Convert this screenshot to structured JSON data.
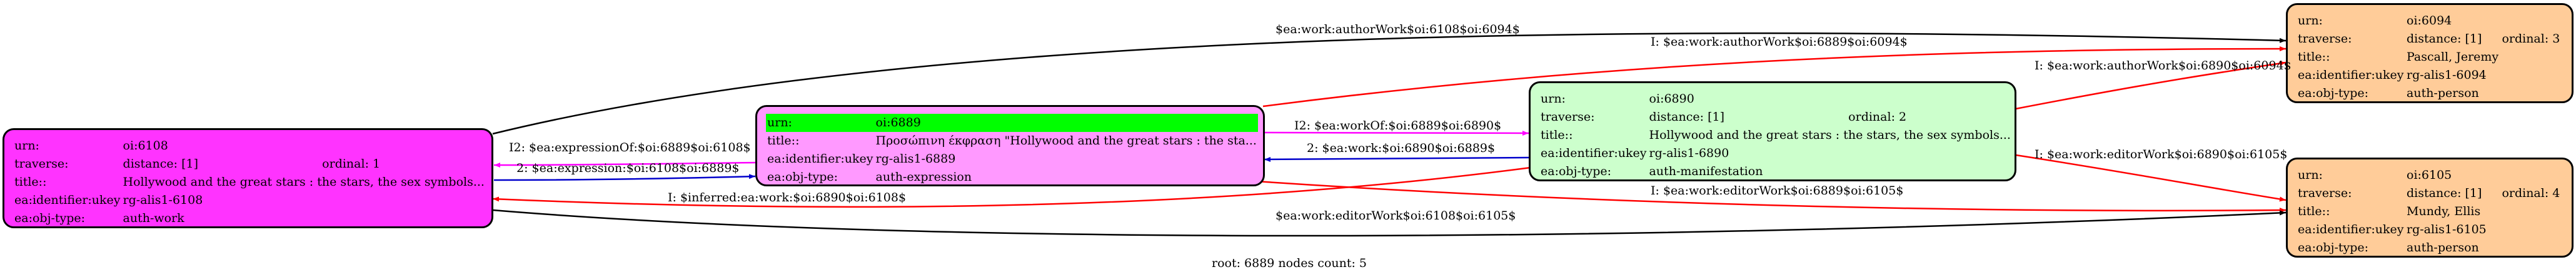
{
  "colors": {
    "node_work": "#ff33ff",
    "node_expression": "#ff99ff",
    "node_manifestation": "#ccffcc",
    "node_person": "#ffcc99",
    "highlight": "#00ff00",
    "edge_black": "#000000",
    "edge_red": "#ff0000",
    "edge_blue": "#0000cc",
    "edge_magenta": "#ff00ff"
  },
  "nodes": {
    "work": {
      "urn_key": "urn:",
      "urn": "oi:6108",
      "traverse_key": "traverse:",
      "traverse": "distance: [1]",
      "ordinal": "ordinal: 1",
      "title_key": "title::",
      "title": "Hollywood and the great stars : the stars, the sex symbols...",
      "ukey_key": "ea:identifier:ukey",
      "ukey": "rg-alis1-6108",
      "type_key": "ea:obj-type:",
      "type": "auth-work"
    },
    "expression": {
      "urn_key": "urn:",
      "urn": "oi:6889",
      "title_key": "title::",
      "title": "Προσώπινη έκφραση \"Hollywood and the great stars : the sta...",
      "ukey_key": "ea:identifier:ukey",
      "ukey": "rg-alis1-6889",
      "type_key": "ea:obj-type:",
      "type": "auth-expression"
    },
    "manifestation": {
      "urn_key": "urn:",
      "urn": "oi:6890",
      "traverse_key": "traverse:",
      "traverse": "distance: [1]",
      "ordinal": "ordinal: 2",
      "title_key": "title::",
      "title": "Hollywood and the great stars : the stars, the sex symbols...",
      "ukey_key": "ea:identifier:ukey",
      "ukey": "rg-alis1-6890",
      "type_key": "ea:obj-type:",
      "type": "auth-manifestation"
    },
    "person_top": {
      "urn_key": "urn:",
      "urn": "oi:6094",
      "traverse_key": "traverse:",
      "traverse": "distance: [1]",
      "ordinal": "ordinal: 3",
      "title_key": "title::",
      "title": "Pascall, Jeremy",
      "ukey_key": "ea:identifier:ukey",
      "ukey": "rg-alis1-6094",
      "type_key": "ea:obj-type:",
      "type": "auth-person"
    },
    "person_bottom": {
      "urn_key": "urn:",
      "urn": "oi:6105",
      "traverse_key": "traverse:",
      "traverse": "distance: [1]",
      "ordinal": "ordinal: 4",
      "title_key": "title::",
      "title": "Mundy, Ellis",
      "ukey_key": "ea:identifier:ukey",
      "ukey": "rg-alis1-6105",
      "type_key": "ea:obj-type:",
      "type": "auth-person"
    }
  },
  "edges": {
    "work_author_6094": "$ea:work:authorWork$oi:6108$oi:6094$",
    "inv_author_6889": "I: $ea:work:authorWork$oi:6889$oi:6094$",
    "inv_author_6890": "I: $ea:work:authorWork$oi:6890$oi:6094$",
    "i2_expr_of": "I2: $ea:expressionOf:$oi:6889$oi:6108$",
    "expr_2": "2: $ea:expression:$oi:6108$oi:6889$",
    "i2_work_of": "I2: $ea:workOf:$oi:6889$oi:6890$",
    "mani_2": "2: $ea:work:$oi:6890$oi:6889$",
    "inv_editor_6890": "I: $ea:work:editorWork$oi:6890$oi:6105$",
    "inferred": "I: $inferred:ea:work:$oi:6890$oi:6108$",
    "inv_editor_6889": "I: $ea:work:editorWork$oi:6889$oi:6105$",
    "work_editor_6105": "$ea:work:editorWork$oi:6108$oi:6105$"
  },
  "footer": "root: 6889 nodes count: 5"
}
